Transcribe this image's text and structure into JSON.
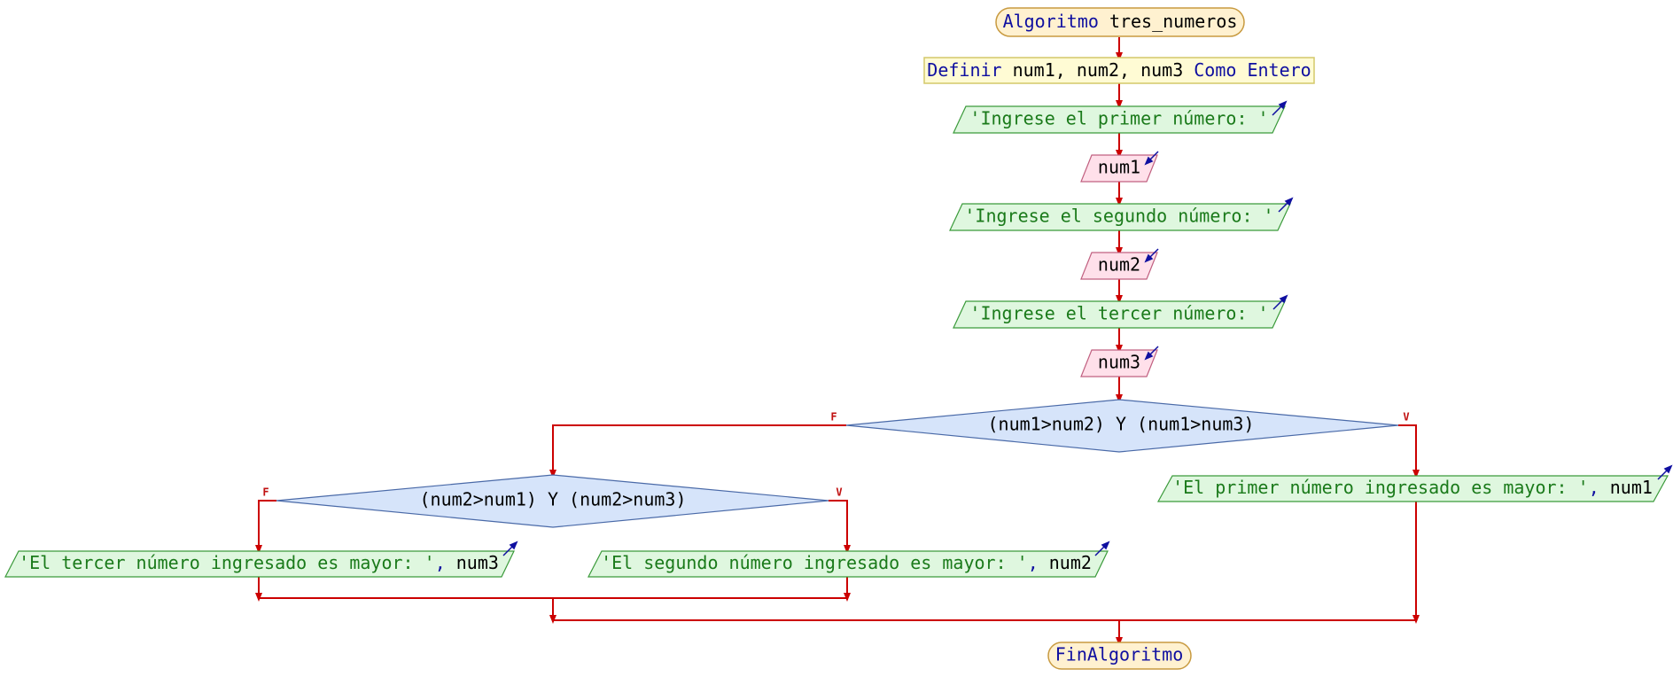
{
  "colors": {
    "line": "#cc0000",
    "start_fill": "#fff1d0",
    "start_stroke": "#c89a40",
    "define_fill": "#fffbd4",
    "define_stroke": "#d4c86a",
    "output_fill": "#dff7df",
    "output_stroke": "#3a9a3a",
    "input_fill": "#ffe0ea",
    "input_stroke": "#c06080",
    "decision_fill": "#d6e4fa",
    "decision_stroke": "#4a6aa8",
    "keyword": "#0f0fa0",
    "string": "#1a7a1a"
  },
  "start": {
    "keyword": "Algoritmo",
    "name": "tres_numeros"
  },
  "define": {
    "keyword": "Definir",
    "vars": "num1, num2, num3",
    "type_keyword": "Como Entero"
  },
  "prompt1": "'Ingrese el primer número: '",
  "read1": "num1",
  "prompt2": "'Ingrese el segundo número: '",
  "read2": "num2",
  "prompt3": "'Ingrese el tercer número: '",
  "read3": "num3",
  "decision1": {
    "condition": "(num1>num2) Y (num1>num3)",
    "false_label": "F",
    "true_label": "V"
  },
  "decision2": {
    "condition": "(num2>num1) Y (num2>num3)",
    "false_label": "F",
    "true_label": "V"
  },
  "out_first": {
    "text": "'El primer número ingresado es mayor: '",
    "sep": ",",
    "var": "num1"
  },
  "out_second": {
    "text": "'El segundo número ingresado es mayor: '",
    "sep": ",",
    "var": "num2"
  },
  "out_third": {
    "text": "'El tercer número ingresado es mayor: '",
    "sep": ",",
    "var": "num3"
  },
  "end": {
    "keyword": "FinAlgoritmo"
  },
  "icons": {
    "output": "output-arrow-icon",
    "input": "input-arrow-icon"
  }
}
